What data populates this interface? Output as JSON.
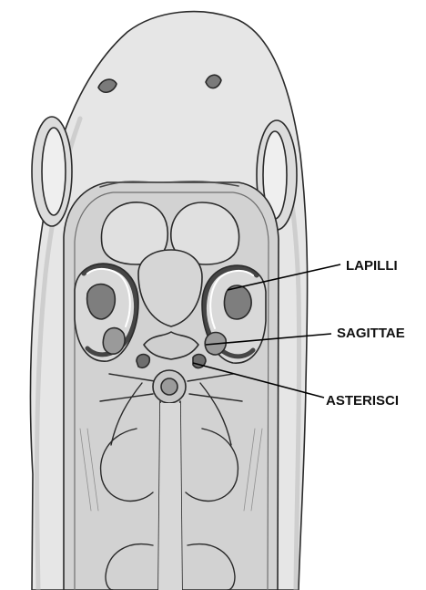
{
  "diagram": {
    "labels": {
      "lapilli": "LAPILLI",
      "sagittae": "SAGITTAE",
      "asterisci": "ASTERISCI"
    },
    "colors": {
      "background": "#ffffff",
      "skin": "#e3e3e3",
      "skin_dark": "#bdbdbd",
      "organ": "#c9c9c9",
      "organ_dark": "#8e8e8e",
      "stroke": "#2a2a2a",
      "leader": "#000000"
    }
  }
}
